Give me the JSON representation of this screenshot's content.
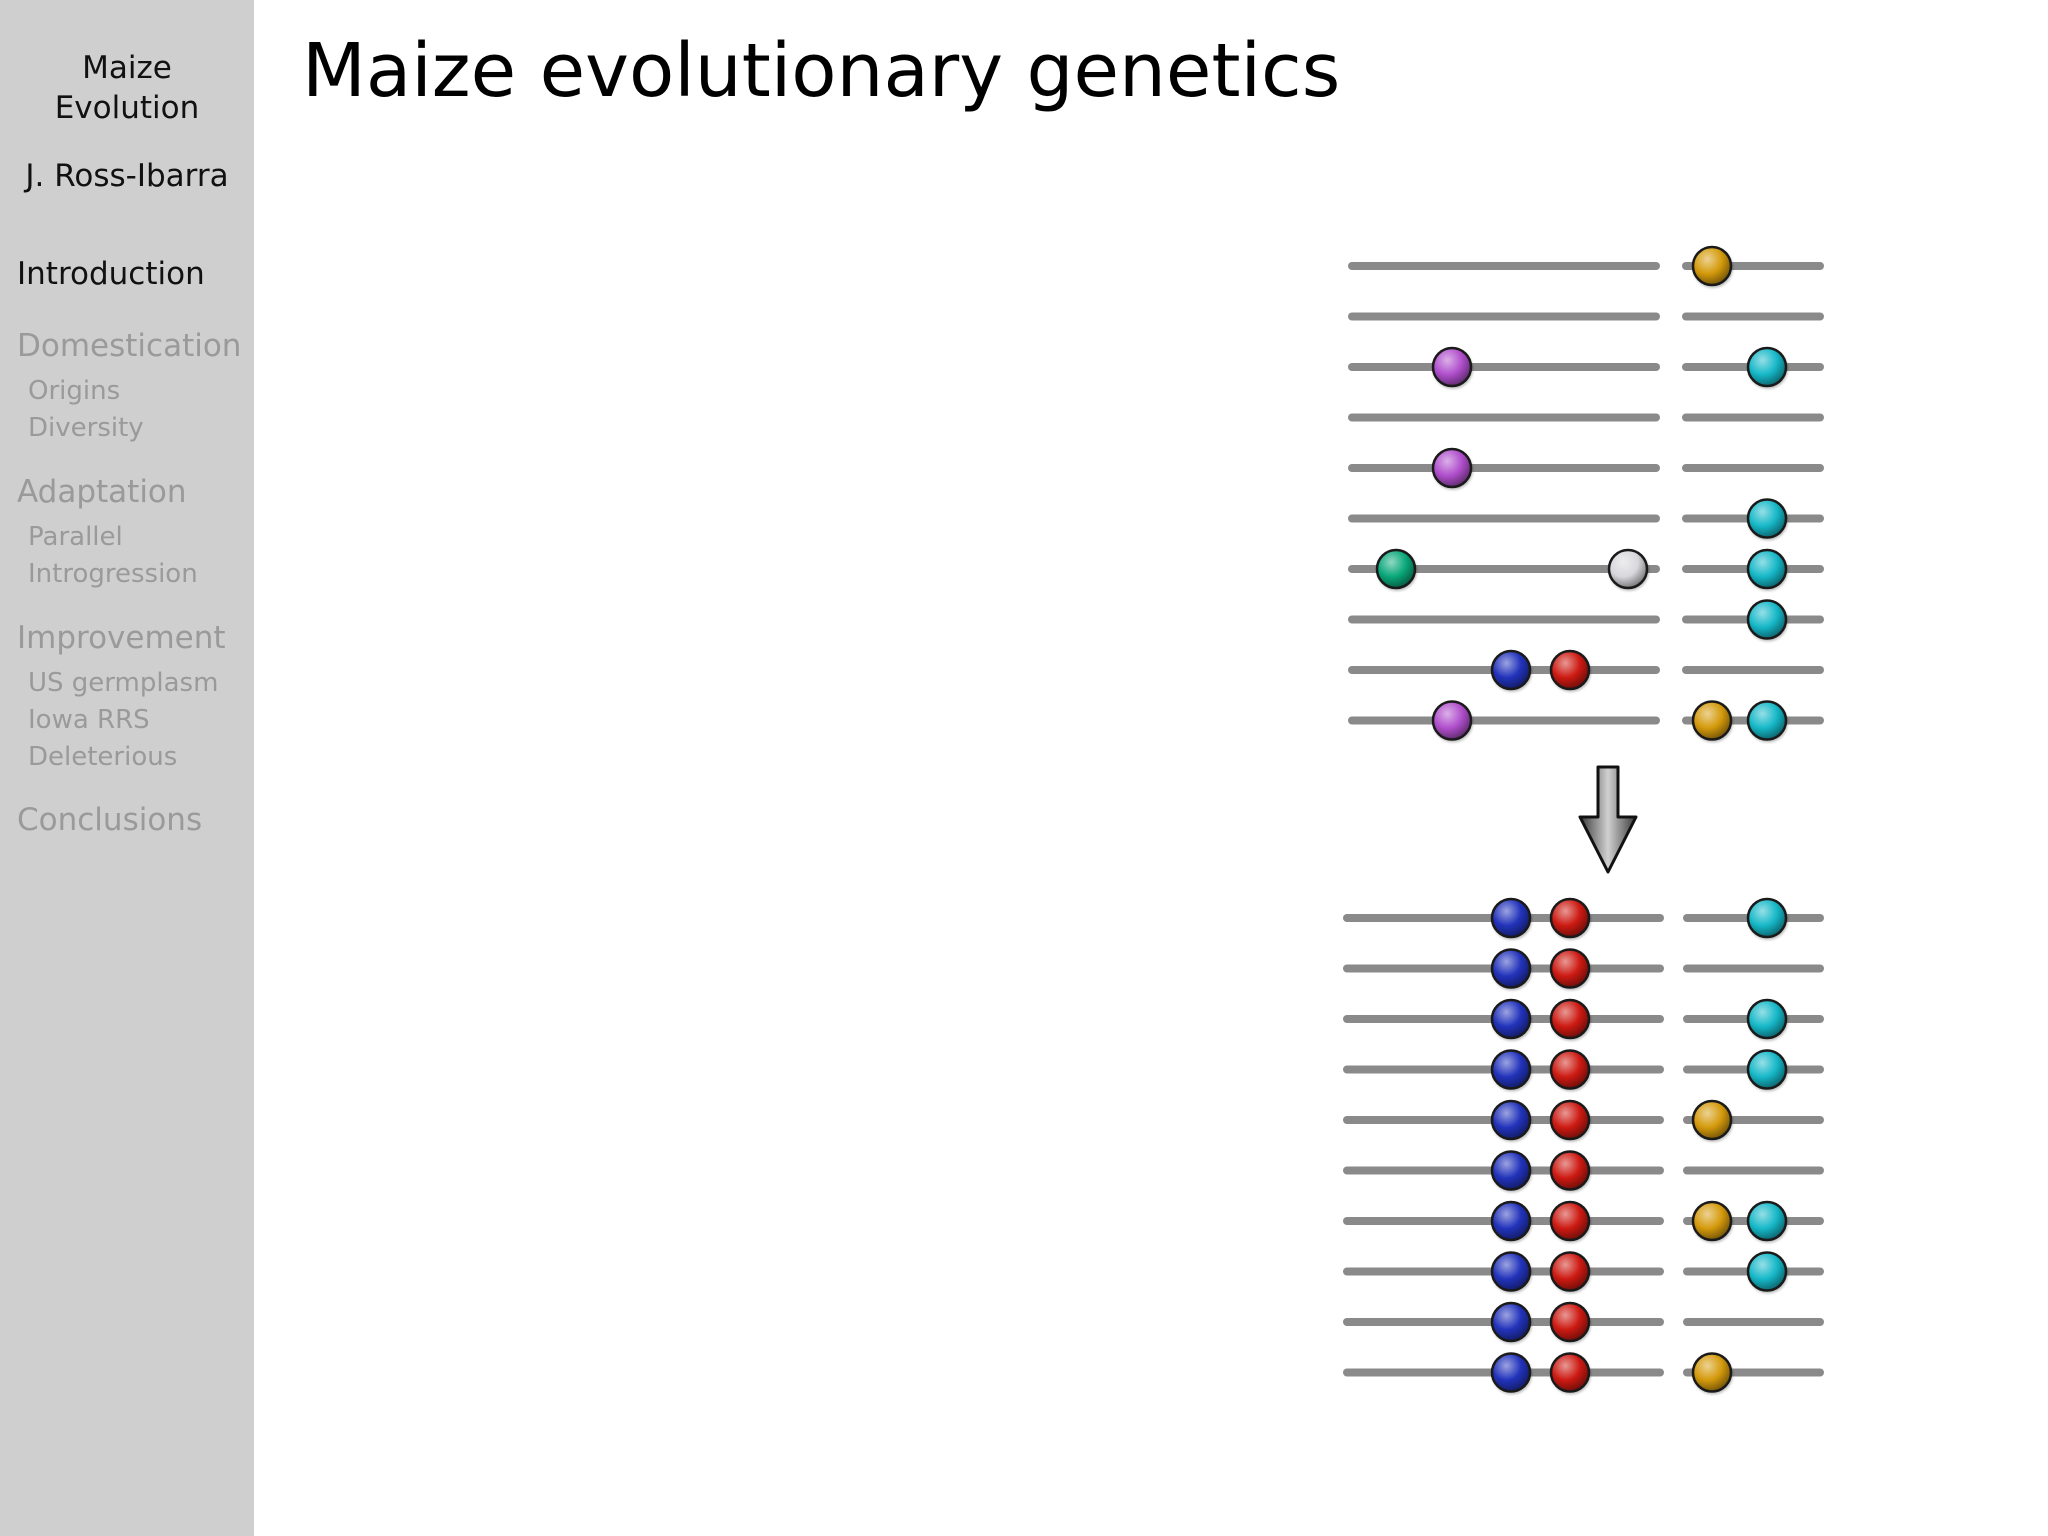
{
  "sidebar": {
    "title_line1": "Maize",
    "title_line2": "Evolution",
    "author": "J. Ross-Ibarra",
    "nav": {
      "introduction": "Introduction",
      "domestication": "Domestication",
      "origins": "Origins",
      "diversity": "Diversity",
      "adaptation": "Adaptation",
      "parallel": "Parallel",
      "introgression": "Introgression",
      "improvement": "Improvement",
      "us_germplasm": "US germplasm",
      "iowa_rrs": "Iowa RRS",
      "deleterious": "Deleterious",
      "conclusions": "Conclusions"
    },
    "active_section": "Introduction"
  },
  "frame": {
    "title": "Maize evolutionary genetics"
  },
  "diagram": {
    "colors": {
      "purple": "#b04fcc",
      "cyan": "#16b8c8",
      "gold": "#d49a0c",
      "green": "#0aa87a",
      "white": "#d8d8dc",
      "blue": "#2233bb",
      "red": "#cc1a12",
      "line": "#8a8a8a",
      "arrow": "#6a6a6a"
    },
    "before": [
      [
        "",
        "",
        "",
        "",
        "",
        "",
        "gold",
        ""
      ],
      [
        "",
        "",
        "",
        "",
        "",
        "",
        "",
        ""
      ],
      [
        "",
        "purple",
        "",
        "",
        "",
        "",
        "",
        "cyan"
      ],
      [
        "",
        "",
        "",
        "",
        "",
        "",
        "",
        ""
      ],
      [
        "",
        "purple",
        "",
        "",
        "",
        "",
        "",
        ""
      ],
      [
        "",
        "",
        "",
        "",
        "",
        "",
        "",
        "cyan"
      ],
      [
        "green",
        "",
        "",
        "",
        "white",
        "",
        "",
        "cyan"
      ],
      [
        "",
        "",
        "",
        "",
        "",
        "",
        "",
        "cyan"
      ],
      [
        "",
        "",
        "blue",
        "red",
        "",
        "",
        "",
        ""
      ],
      [
        "",
        "purple",
        "",
        "",
        "",
        "",
        "gold",
        "cyan"
      ]
    ],
    "after": [
      [
        "",
        "",
        "blue",
        "red",
        "",
        "",
        "",
        "cyan"
      ],
      [
        "",
        "",
        "blue",
        "red",
        "",
        "",
        "",
        ""
      ],
      [
        "",
        "",
        "blue",
        "red",
        "",
        "",
        "",
        "cyan"
      ],
      [
        "",
        "",
        "blue",
        "red",
        "",
        "",
        "",
        "cyan"
      ],
      [
        "",
        "",
        "blue",
        "red",
        "",
        "",
        "gold",
        ""
      ],
      [
        "",
        "",
        "blue",
        "red",
        "",
        "",
        "",
        ""
      ],
      [
        "",
        "",
        "blue",
        "red",
        "",
        "",
        "gold",
        "cyan"
      ],
      [
        "",
        "",
        "blue",
        "red",
        "",
        "",
        "",
        "cyan"
      ],
      [
        "",
        "",
        "blue",
        "red",
        "",
        "",
        "",
        ""
      ],
      [
        "",
        "",
        "blue",
        "red",
        "",
        "",
        "gold",
        ""
      ]
    ]
  }
}
